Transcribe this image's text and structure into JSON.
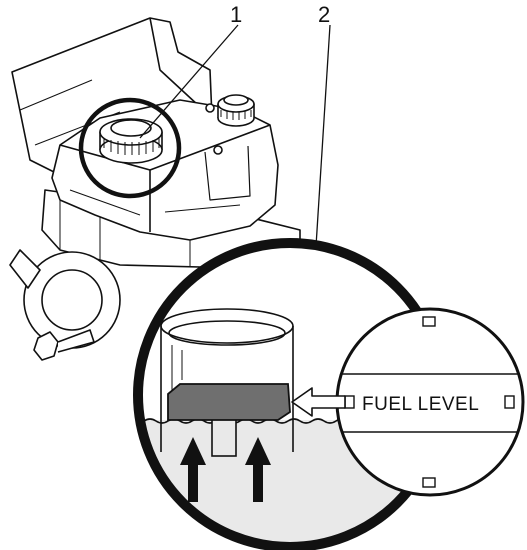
{
  "callouts": [
    {
      "number": "1"
    },
    {
      "number": "2"
    }
  ],
  "gauge": {
    "label": "FUEL LEVEL"
  },
  "colors": {
    "line": "#111111",
    "float": "#6f6f6f",
    "fuel": "#e9e9e9",
    "background": "#ffffff"
  }
}
